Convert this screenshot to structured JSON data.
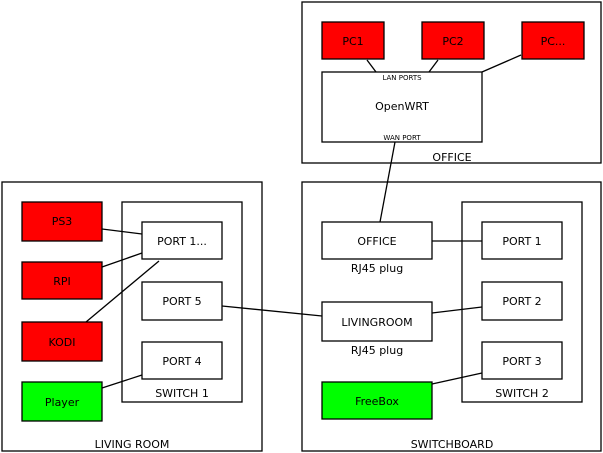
{
  "rooms": {
    "office": "OFFICE",
    "living_room": "LIVING ROOM",
    "switchboard": "SWITCHBOARD"
  },
  "office": {
    "pcs": [
      "PC1",
      "PC2",
      "PC..."
    ],
    "router": "OpenWRT",
    "lan_ports": "LAN PORTS",
    "wan_port": "WAN PORT"
  },
  "living_room": {
    "devices": [
      "PS3",
      "RPI",
      "KODI",
      "Player"
    ],
    "switch_ports": [
      "PORT 1...",
      "PORT 5",
      "PORT 4"
    ],
    "switch_label": "SWITCH 1"
  },
  "switchboard": {
    "plugs": [
      "OFFICE",
      "LIVINGROOM"
    ],
    "plug_caption": "RJ45 plug",
    "freebox": "FreeBox",
    "switch_ports": [
      "PORT 1",
      "PORT 2",
      "PORT 3"
    ],
    "switch_label": "SWITCH 2"
  },
  "colors": {
    "device_red": "#ff0000",
    "device_green": "#00ff00",
    "stroke": "#000000",
    "background": "#ffffff"
  }
}
